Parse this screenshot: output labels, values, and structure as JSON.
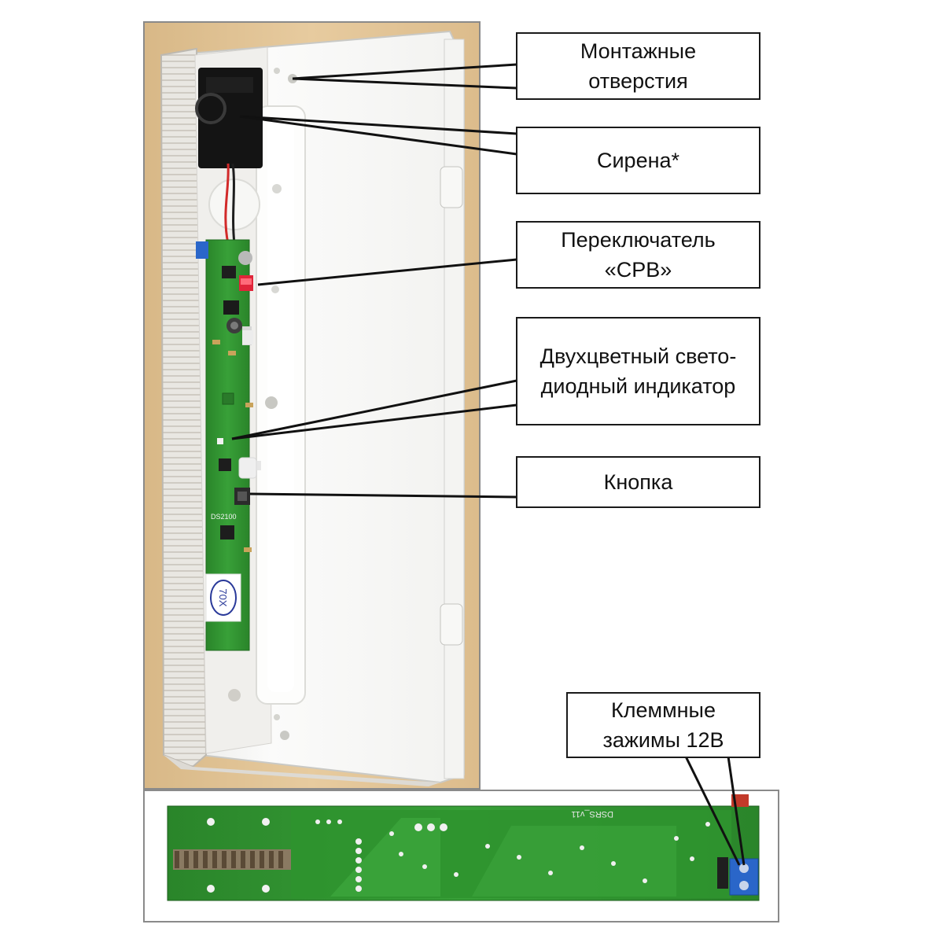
{
  "labels": {
    "mounting_holes": [
      "Монтажные",
      "отверстия"
    ],
    "siren": [
      "Сирена*"
    ],
    "switch": [
      "Переключатель",
      "«СРВ»"
    ],
    "led": [
      "Двухцветный свето-",
      "диодный индикатор"
    ],
    "button": [
      "Кнопка"
    ],
    "terminals": [
      "Клеммные",
      "зажимы 12В"
    ]
  },
  "board_print": {
    "main_code": "DS2100",
    "sticker": "70X",
    "back_code": "DSRS_v11"
  },
  "colors": {
    "wood": "#e4c79a",
    "pcb": "#2f8f2f",
    "housing": "#f6f6f4",
    "siren": "#141414",
    "switch": "#e0253a",
    "terminal": "#2a66c9",
    "frame": "#8a8a8a"
  }
}
